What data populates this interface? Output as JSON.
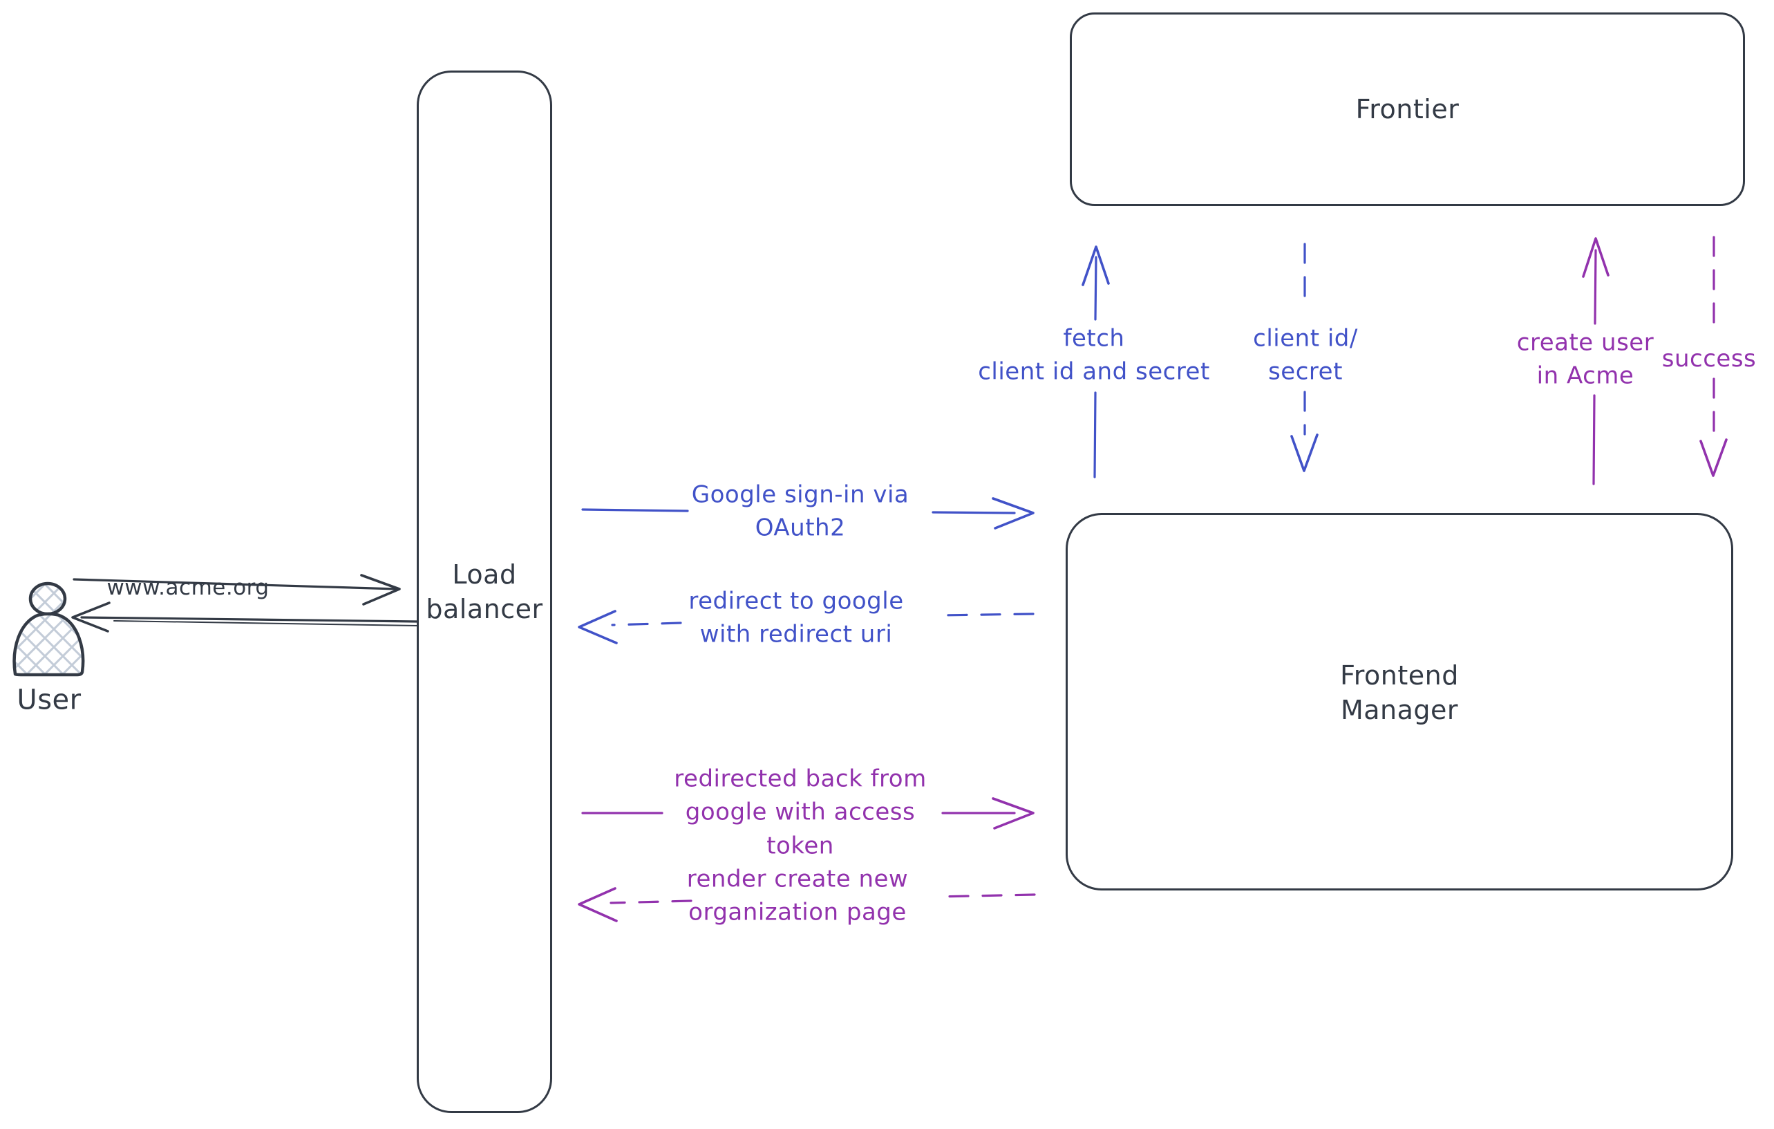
{
  "colors": {
    "ink": "#333a45",
    "blue": "#4152c8",
    "purple": "#9232ad"
  },
  "nodes": {
    "user": {
      "label": "User"
    },
    "load_balancer": {
      "label": "Load\nbalancer"
    },
    "frontier": {
      "label": "Frontier"
    },
    "frontend_manager": {
      "label": "Frontend\nManager"
    }
  },
  "edges": {
    "www_acme": {
      "label": "www.acme.org",
      "from": "user",
      "to": "load_balancer",
      "style": "solid",
      "color": "ink"
    },
    "lb_response": {
      "label": "",
      "from": "load_balancer",
      "to": "user",
      "style": "solid",
      "color": "ink"
    },
    "google_signin": {
      "label": "Google sign-in via\nOAuth2",
      "from": "load_balancer",
      "to": "frontend_manager",
      "style": "solid",
      "color": "blue"
    },
    "redirect_google": {
      "label": "redirect to google\nwith redirect uri",
      "from": "frontend_manager",
      "to": "load_balancer",
      "style": "dashed",
      "color": "blue"
    },
    "fetch_client": {
      "label": "fetch\nclient id and secret",
      "from": "frontend_manager",
      "to": "frontier",
      "style": "solid",
      "color": "blue"
    },
    "client_id_secret": {
      "label": "client id/\nsecret",
      "from": "frontier",
      "to": "frontend_manager",
      "style": "dashed",
      "color": "blue"
    },
    "create_user": {
      "label": "create user\nin Acme",
      "from": "frontend_manager",
      "to": "frontier",
      "style": "solid",
      "color": "purple"
    },
    "success": {
      "label": "success",
      "from": "frontier",
      "to": "frontend_manager",
      "style": "dashed",
      "color": "purple"
    },
    "redirected_back": {
      "label": "redirected back from\ngoogle with access\ntoken",
      "from": "load_balancer",
      "to": "frontend_manager",
      "style": "solid",
      "color": "purple"
    },
    "render_page": {
      "label": "render create new\norganization page",
      "from": "frontend_manager",
      "to": "load_balancer",
      "style": "dashed",
      "color": "purple"
    }
  }
}
